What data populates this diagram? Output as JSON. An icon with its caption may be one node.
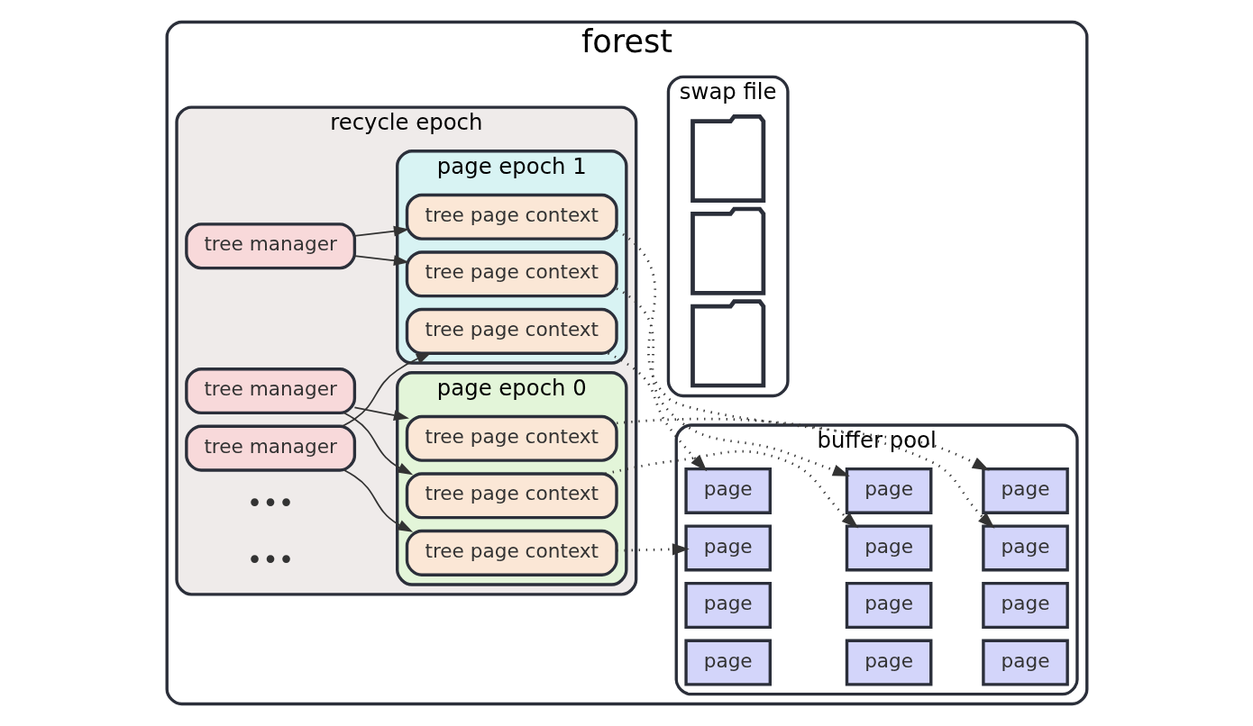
{
  "diagram": {
    "nodes": [
      {
        "text": [
          "forest"
        ]
      },
      {
        "text": [
          "recycle epoch"
        ],
        "in": 0
      },
      {
        "text": [
          "tree manager"
        ],
        "in": 1
      },
      {
        "text": [
          "tree manager"
        ],
        "in": 1
      },
      {
        "text": [
          "tree manager"
        ],
        "in": 1
      },
      {
        "text": [
          "page epoch 0"
        ],
        "in": 1
      },
      {
        "text": [
          "tree page context"
        ],
        "in": 5
      },
      {
        "text": [
          "tree page context"
        ],
        "in": 5
      },
      {
        "text": [
          "tree page context"
        ],
        "in": 5
      },
      {
        "text": [
          "page epoch 1"
        ],
        "in": 1
      },
      {
        "text": [
          "tree page context"
        ],
        "in": 9
      },
      {
        "text": [
          "tree page context"
        ],
        "in": 9
      },
      {
        "text": [
          "tree page context"
        ],
        "in": 9
      },
      {
        "text": [
          "buffer pool"
        ],
        "in": 0
      },
      {
        "text": [
          "page"
        ],
        "in": 13
      },
      {
        "text": [
          "page"
        ],
        "in": 13
      },
      {
        "text": [
          "page"
        ],
        "in": 13
      },
      {
        "text": [
          "page"
        ],
        "in": 13
      },
      {
        "text": [
          "page"
        ],
        "in": 13
      },
      {
        "text": [
          "page"
        ],
        "in": 13
      },
      {
        "text": [
          "page"
        ],
        "in": 13
      },
      {
        "text": [
          "page"
        ],
        "in": 13
      },
      {
        "text": [
          "page"
        ],
        "in": 13
      },
      {
        "text": [
          "page"
        ],
        "in": 13
      },
      {
        "text": [
          "page"
        ],
        "in": 13
      },
      {
        "text": [
          "page"
        ],
        "in": 13
      },
      {
        "text": [
          "swap file"
        ],
        "in": 0
      },
      {
        "text": [],
        "shape": "folder",
        "in": 26
      },
      {
        "text": [],
        "shape": "folder",
        "in": 26
      },
      {
        "text": [],
        "shape": "folder",
        "in": 26
      }
    ],
    "edges": [
      {
        "from": 2,
        "to": 6,
        "arrow": "to"
      },
      {
        "from": 2,
        "to": 10,
        "arrow": "to"
      },
      {
        "from": 3,
        "to": 7,
        "arrow": "to"
      },
      {
        "from": 3,
        "to": 8,
        "arrow": "to"
      },
      {
        "from": 4,
        "to": 11,
        "arrow": "to"
      },
      {
        "from": 4,
        "to": 12,
        "arrow": "to"
      },
      {
        "from": 6,
        "to": 14,
        "arrow": "to",
        "style": "dashed"
      },
      {
        "from": 7,
        "to": 15,
        "arrow": "to",
        "style": "dashed"
      },
      {
        "from": 8,
        "to": 16,
        "arrow": "to",
        "style": "dashed"
      },
      {
        "from": 10,
        "to": 17,
        "arrow": "to",
        "style": "dashed"
      },
      {
        "from": 11,
        "to": 18,
        "arrow": "to",
        "style": "dashed"
      },
      {
        "from": 12,
        "to": 19,
        "arrow": "to",
        "style": "dashed"
      }
    ],
    "labels": [
      "•••",
      "•••"
    ]
  }
}
